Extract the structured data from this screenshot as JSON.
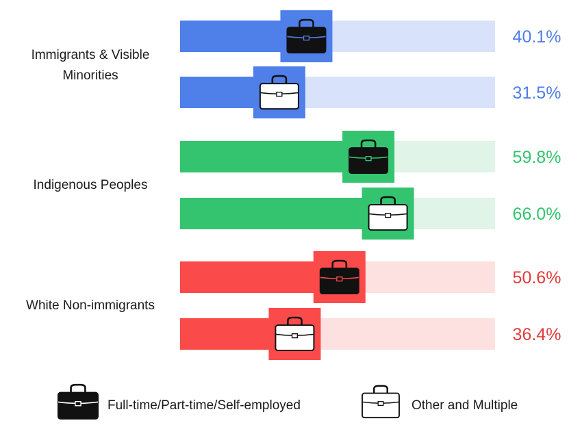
{
  "chart_data": {
    "type": "bar",
    "orientation": "horizontal",
    "xlim": [
      0,
      100
    ],
    "grid": false,
    "legend_position": "bottom",
    "categories": [
      {
        "label_lines": [
          "Immigrants & Visible",
          "Minorities"
        ],
        "color": "#4f7fe8",
        "light": "#d8e3fb",
        "text_color": "#4f7fe8"
      },
      {
        "label_lines": [
          "Indigenous Peoples"
        ],
        "color": "#34c470",
        "light": "#e0f4e8",
        "text_color": "#34c470"
      },
      {
        "label_lines": [
          "White Non-immigrants"
        ],
        "color": "#fa4a4a",
        "light": "#fde0e0",
        "text_color": "#e33a3a"
      }
    ],
    "series": [
      {
        "name": "Full-time/Part-time/Self-employed",
        "icon": "filled-briefcase-icon",
        "values": [
          40.1,
          59.8,
          50.6
        ],
        "labels": [
          "40.1%",
          "59.8%",
          "50.6%"
        ]
      },
      {
        "name": "Other and Multiple",
        "icon": "outline-briefcase-icon",
        "values": [
          31.5,
          66.0,
          36.4
        ],
        "labels": [
          "31.5%",
          "66.0%",
          "36.4%"
        ]
      }
    ]
  }
}
